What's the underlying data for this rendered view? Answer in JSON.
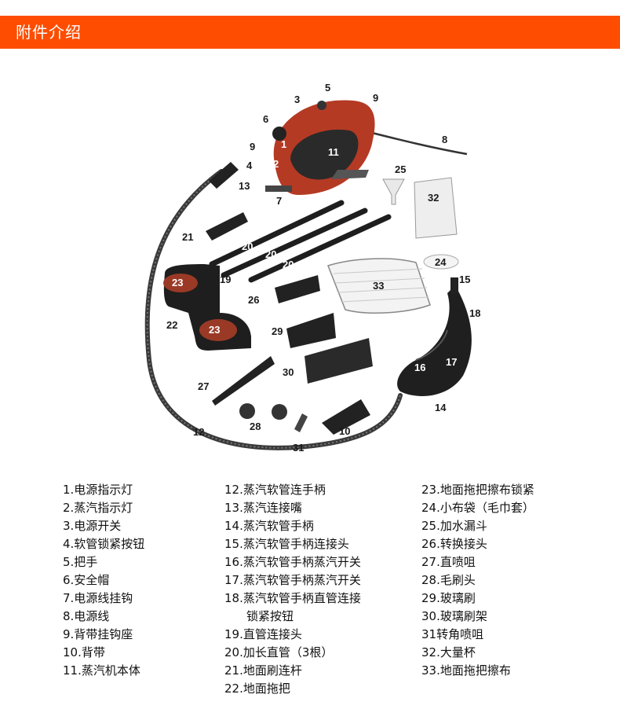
{
  "header": {
    "title": "附件介绍",
    "color": "#fe4d01"
  },
  "figure": {
    "callouts": [
      "1",
      "2",
      "3",
      "4",
      "5",
      "6",
      "7",
      "8",
      "9",
      "9",
      "11",
      "12",
      "13",
      "14",
      "15",
      "16",
      "17",
      "18",
      "20",
      "20",
      "20",
      "19",
      "21",
      "22",
      "23",
      "23",
      "24",
      "25",
      "26",
      "27",
      "28",
      "29",
      "30",
      "31",
      "32",
      "33",
      "10"
    ]
  },
  "legend": {
    "col1": [
      "1.电源指示灯",
      "2.蒸汽指示灯",
      "3.电源开关",
      "4.软管锁紧按钮",
      "5.把手",
      "6.安全帽",
      "7.电源线挂钩",
      "8.电源线",
      "9.背带挂钩座",
      "10.背带",
      "11.蒸汽机本体"
    ],
    "col2": [
      "12.蒸汽软管连手柄",
      "13.蒸汽连接嘴",
      "14.蒸汽软管手柄",
      "15.蒸汽软管手柄连接头",
      "16.蒸汽软管手柄蒸汽开关",
      "17.蒸汽软管手柄蒸汽开关"
    ],
    "col2_wrap_first": "18.蒸汽软管手柄直管连接",
    "col2_wrap_second": "锁紧按钮",
    "col2_tail": [
      "19.直管连接头",
      "20.加长直管（3根）",
      "21.地面刷连杆",
      "22.地面拖把"
    ],
    "col3": [
      "23.地面拖把擦布锁紧",
      "24.小布袋（毛巾套）",
      "25.加水漏斗",
      "26.转换接头",
      "27.直喷咀",
      "28.毛刷头",
      "29.玻璃刷",
      "30.玻璃刷架",
      "31转角喷咀",
      "32.大量杯",
      "33.地面拖把擦布"
    ]
  }
}
